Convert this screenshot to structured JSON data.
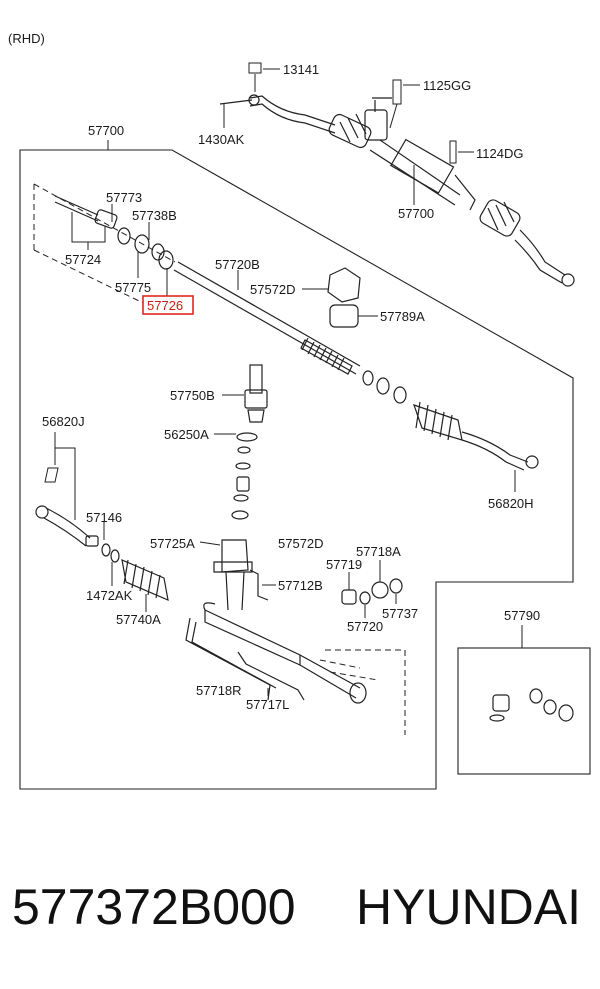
{
  "diagram": {
    "variant_label": "(RHD)",
    "highlight_color": "#e0281e",
    "callouts": {
      "p13141": "13141",
      "p1125GG": "1125GG",
      "p1430AK": "1430AK",
      "p1124DG": "1124DG",
      "p57700_top": "57700",
      "p57700_asm": "57700",
      "p57773": "57773",
      "p57738B": "57738B",
      "p57724": "57724",
      "p57720B": "57720B",
      "p57775": "57775",
      "p57726": "57726",
      "p57572D_a": "57572D",
      "p57789A": "57789A",
      "p57750B": "57750B",
      "p56820J": "56820J",
      "p56250A": "56250A",
      "p56820H": "56820H",
      "p57146": "57146",
      "p57725A": "57725A",
      "p57572D_b": "57572D",
      "p57718A": "57718A",
      "p57719": "57719",
      "p57712B": "57712B",
      "p1472AK": "1472AK",
      "p57740A": "57740A",
      "p57737": "57737",
      "p57720": "57720",
      "p57790": "57790",
      "p57718R": "57718R",
      "p57717L": "57717L"
    }
  },
  "footer": {
    "part_number": "577372B000",
    "brand": "HYUNDAI"
  }
}
